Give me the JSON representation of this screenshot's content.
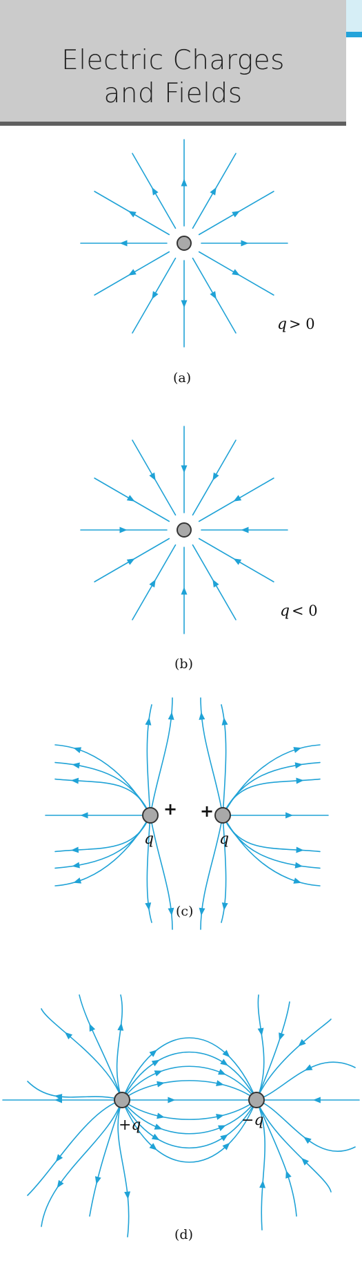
{
  "header": {
    "title_line1": "Electric Charges",
    "title_line2": "and Fields",
    "band_color": "#cbcbcb",
    "rule_color": "#5f5f5f",
    "tab_color": "#d6eef6",
    "tab_bar_color": "#23a3da"
  },
  "line_color": "#1fa2d6",
  "charge_fill": "#a9a9a9",
  "figures": {
    "a": {
      "caption": "(a)",
      "condition_q": "q",
      "condition_rel": "> 0"
    },
    "b": {
      "caption": "(b)",
      "condition_q": "q",
      "condition_rel": "< 0"
    },
    "c": {
      "caption": "(c)",
      "left_sign": "+",
      "right_sign": "+",
      "left_label": "q",
      "right_label": "q"
    },
    "d": {
      "caption": "(d)",
      "left_label": "+q",
      "right_label": "−q"
    }
  }
}
